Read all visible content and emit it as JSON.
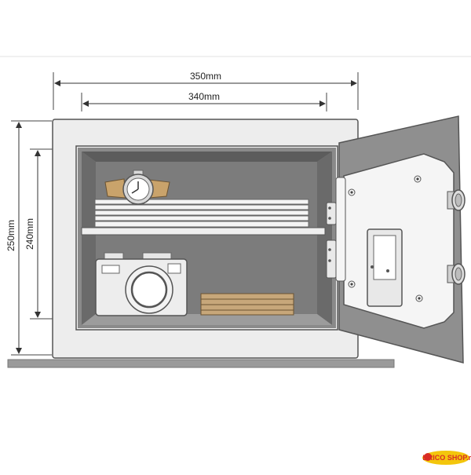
{
  "dimensions": {
    "outer_width": "350mm",
    "inner_width": "340mm",
    "outer_height": "250mm",
    "inner_height": "240mm"
  },
  "watermark": {
    "text": "BRICO SHOP.ro"
  },
  "colors": {
    "outline": "#555555",
    "safe_body": "#ededed",
    "safe_interior": "#707070",
    "door": "#8f8f8f",
    "door_panel": "#f5f5f5",
    "floor": "#9a9a9a",
    "watermark_yellow": "#f3c300",
    "watermark_red": "#d8221a"
  },
  "icons": [
    "watch-icon",
    "camera-icon",
    "keypad-icon",
    "knob-icon"
  ]
}
